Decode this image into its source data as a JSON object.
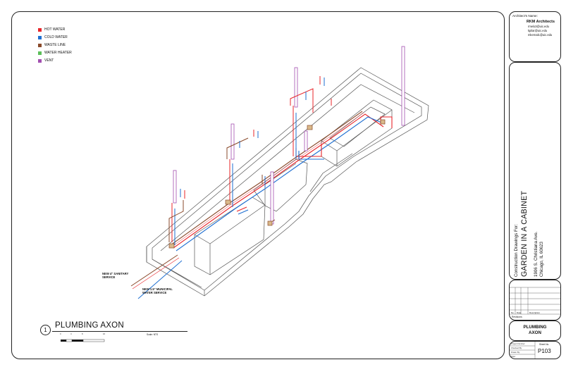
{
  "legend": [
    {
      "label": "HOT WATER",
      "color": "#e8252a"
    },
    {
      "label": "COLD WATER",
      "color": "#1f6fd1"
    },
    {
      "label": "WASTE LINE",
      "color": "#8a4a2b"
    },
    {
      "label": "WATER HEATER",
      "color": "#5cbf5a"
    },
    {
      "label": "VENT",
      "color": "#a24fb0"
    }
  ],
  "callouts": {
    "sanitary_1": "NEW 4\" SANITARY",
    "sanitary_2": "SERVICE",
    "water_1": "NEW 1.5\" MUNICIPAL",
    "water_2": "WATER SERVICE"
  },
  "drawing_title": {
    "number": "1",
    "name": "PLUMBING AXON",
    "scale_note": "Scale: NTS",
    "scale_ticks": [
      "0",
      "4",
      "8",
      "16"
    ]
  },
  "title_block": {
    "architect_label": "Architect's Name:",
    "firm": "RKM Architects",
    "emails": [
      "rmelo3@uic.edu",
      "kpilar@uic.edu",
      "mkernal1@uic.edu"
    ],
    "construction_for": "Construction Drawings For:",
    "project_name": "GARDEN IN A CABINET",
    "address_1": "1906 S. Christiana Ave.",
    "address_2": "Chicago, IL 60623",
    "rev_headers": [
      "No.",
      "Date",
      "Description"
    ],
    "revisions_label": "Revisions",
    "sheet_title_1": "PLUMBING",
    "sheet_title_2": "AXON",
    "field_labels": [
      "Project Number:",
      "Checked By:",
      "Drawn By:",
      "Date:"
    ],
    "sheet_no_label": "Sheet No.",
    "sheet_no": "P103"
  },
  "colors": {
    "hot": "#e8252a",
    "cold": "#1f6fd1",
    "waste": "#8a4a2b",
    "heater": "#5cbf5a",
    "vent": "#a24fb0"
  }
}
